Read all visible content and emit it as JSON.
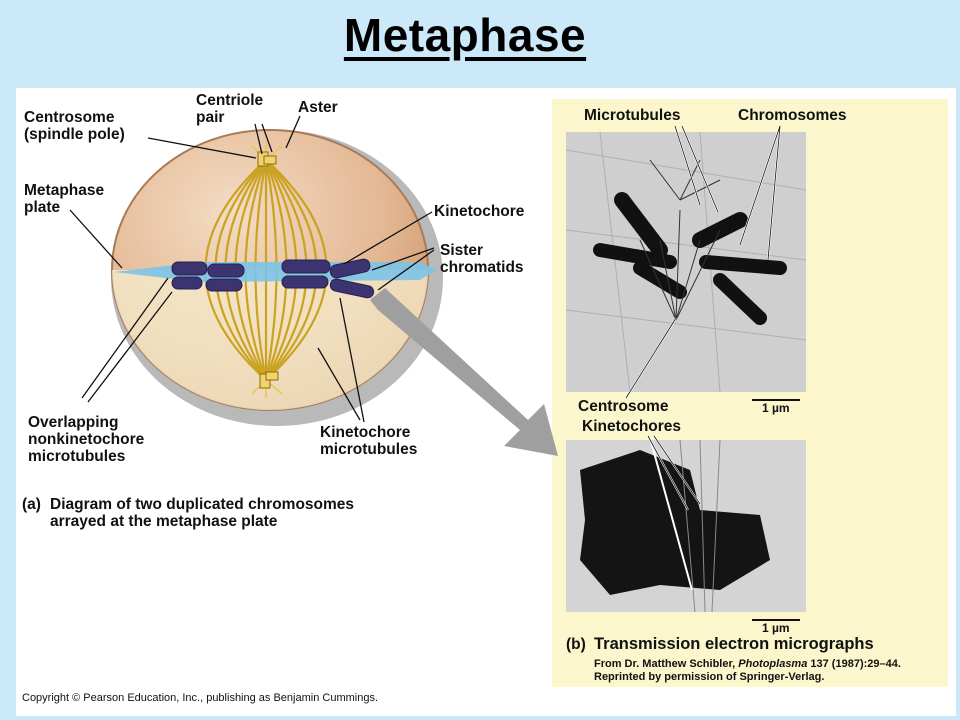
{
  "title": "Metaphase",
  "diagram": {
    "labels": {
      "centrosome": "Centrosome\n(spindle pole)",
      "centriole_pair": "Centriole\npair",
      "aster": "Aster",
      "metaphase_plate": "Metaphase\nplate",
      "kinetochore": "Kinetochore",
      "sister_chromatids": "Sister\nchromatids",
      "overlapping": "Overlapping\nnonkinetochore\nmicrotubules",
      "kinetochore_microtubules": "Kinetochore\nmicrotubules"
    },
    "caption_letter": "(a)",
    "caption_text": "Diagram of two duplicated chromosomes\narrayed at the metaphase plate"
  },
  "micrographs": {
    "labels": {
      "microtubules": "Microtubules",
      "chromosomes": "Chromosomes",
      "centrosome": "Centrosome",
      "kinetochores": "Kinetochores",
      "scale_top": "1 µm",
      "scale_bottom": "1 µm"
    },
    "caption_letter": "(b)",
    "caption_text": "Transmission electron micrographs",
    "credit_prefix": "From Dr. Matthew Schibler, ",
    "credit_journal": "Photoplasma",
    "credit_suffix": " 137 (1987):29–44.",
    "credit_line2": "Reprinted by permission of Springer-Verlag."
  },
  "copyright": "Copyright © Pearson Education, Inc., publishing as Benjamin Cummings."
}
